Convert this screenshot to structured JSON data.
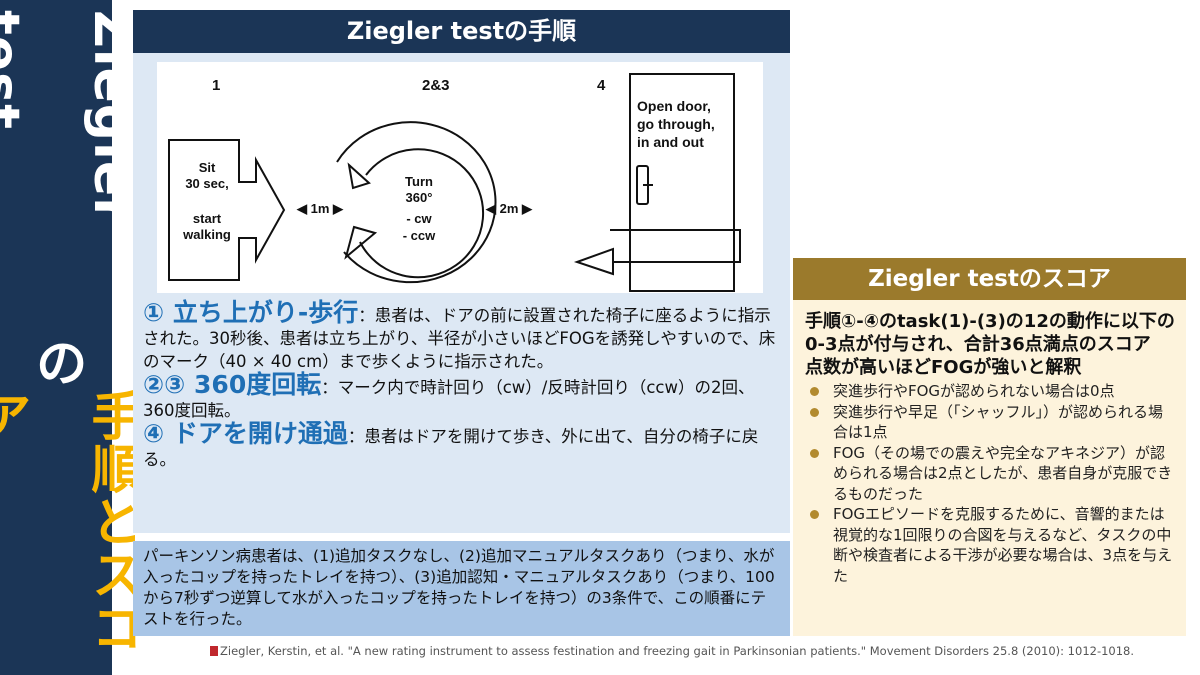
{
  "sidebar": {
    "title_part1": "Ziegler test",
    "title_part2": "の",
    "title_part3": "手順とスコア"
  },
  "procedure": {
    "title": "Ziegler testの手順",
    "diagram": {
      "label_1": "1",
      "label_23": "2&3",
      "label_4": "4",
      "sit_lines": [
        "Sit",
        "30 sec,",
        "start",
        "walking"
      ],
      "dist_1": "◀ 1m ▶",
      "dist_2": "◀ 2m ▶",
      "turn_lines": [
        "Turn",
        "360°",
        "- cw",
        "- ccw"
      ],
      "door_lines": [
        "Open door,",
        "go through,",
        "in and out"
      ]
    },
    "steps": [
      {
        "head": "① 立ち上がり-歩行",
        "body": "：患者は、ドアの前に設置された椅子に座るように指示された。30秒後、患者は立ち上がり、半径が小さいほどFOGを誘発しやすいので、床のマーク（40 × 40 cm）まで歩くように指示された。"
      },
      {
        "head": "②③ 360度回転",
        "body": "：マーク内で時計回り（cw）/反時計回り（ccw）の2回、360度回転。"
      },
      {
        "head": "④ ドアを開け通過",
        "body": "：患者はドアを開けて歩き、外に出て、自分の椅子に戻る。"
      }
    ],
    "note": "パーキンソン病患者は、(1)追加タスクなし、(2)追加マニュアルタスクあり（つまり、水が入ったコップを持ったトレイを持つ）、(3)追加認知・マニュアルタスクあり（つまり、100から7秒ずつ逆算して水が入ったコップを持ったトレイを持つ）の3条件で、この順番にテストを行った。"
  },
  "score": {
    "title": "Ziegler testのスコア",
    "lead": "手順①-④のtask(1)-(3)の12の動作に以下の0-3点が付与され、合計36点満点のスコア",
    "lead2": "点数が高いほどFOGが強いと解釈",
    "items": [
      "突進歩行やFOGが認められない場合は0点",
      "突進歩行や早足（「シャッフル」）が認められる場合は1点",
      "FOG（その場での震えや完全なアキネジア）が認められる場合は2点としたが、患者自身が克服できるものだった",
      "FOGエピソードを克服するために、音響的または視覚的な1回限りの合図を与えるなど、タスクの中断や検査者による干渉が必要な場合は、3点を与えた"
    ]
  },
  "citation": "Ziegler, Kerstin, et al. \"A new rating instrument to assess festination and freezing gait in Parkinsonian patients.\" Movement Disorders 25.8 (2010): 1012-1018.",
  "colors": {
    "navy": "#1b3556",
    "accent_yellow": "#f7b500",
    "step_blue": "#1f6fb5",
    "gold": "#9b7a2c"
  }
}
